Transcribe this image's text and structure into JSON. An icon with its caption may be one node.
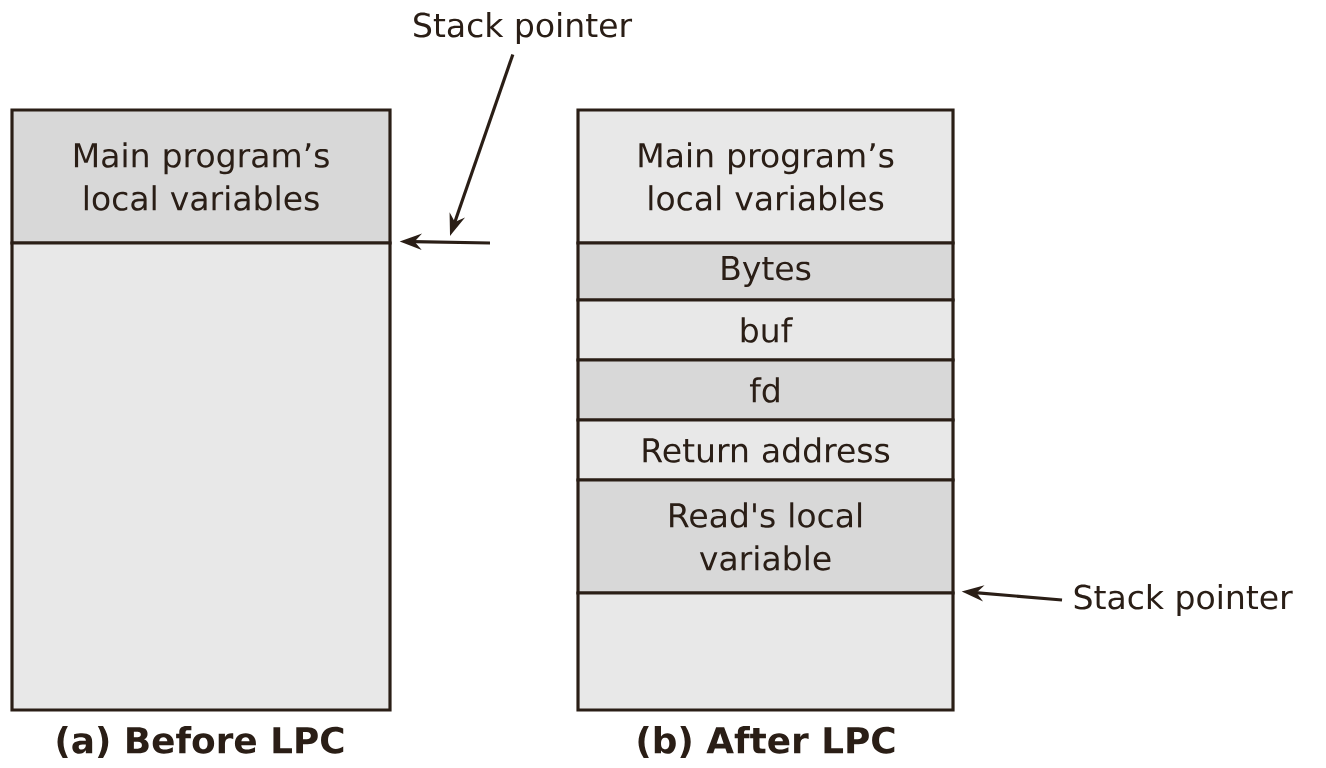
{
  "diagram": {
    "nodes": [
      {
        "text": [
          "Main program’s local variables"
        ]
      },
      {
        "text": [],
        "shape": "box"
      },
      {
        "text": [
          "Main program’s local variables"
        ]
      },
      {
        "text": [
          "Bytes"
        ]
      },
      {
        "text": [
          "buf"
        ]
      },
      {
        "text": [
          "fd"
        ]
      },
      {
        "text": [
          "Return address"
        ]
      },
      {
        "text": [
          "Read's local variable"
        ]
      },
      {
        "text": [],
        "shape": "box"
      },
      {
        "text": [
          "Stack pointer"
        ]
      },
      {
        "text": [
          "Stack pointer"
        ]
      }
    ],
    "edges": [
      {
        "from": 9,
        "to": null,
        "arrow": "to"
      },
      {
        "from": null,
        "to": 1,
        "arrow": "to"
      },
      {
        "from": 10,
        "to": 8,
        "arrow": "to"
      }
    ],
    "labels": [
      "(a) Before LPC",
      "(b) After LPC"
    ]
  }
}
